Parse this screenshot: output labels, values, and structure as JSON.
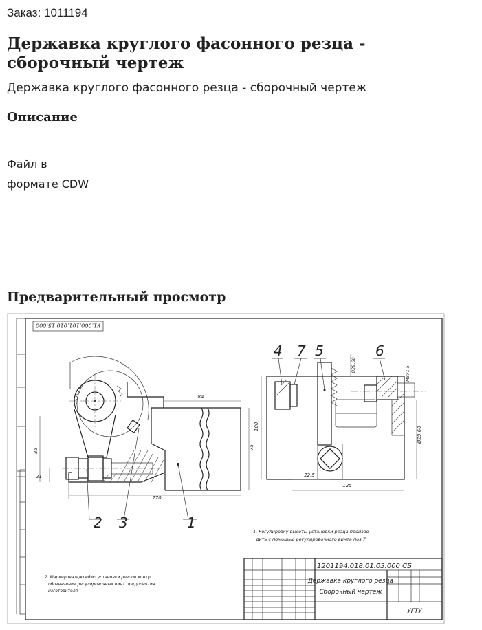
{
  "order": "Заказ: 1011194",
  "title": "Державка круглого фасонного резца - сборочный чертеж",
  "subtitle": "Державка круглого фасонного резца - сборочный чертеж",
  "description": {
    "heading": "Описание",
    "lines": [
      "Файл в",
      "формате CDW"
    ]
  },
  "preview": {
    "heading": "Предварительный просмотр",
    "drawing": {
      "top_stamp": "У1.000.101.010.15.000",
      "doc_code": "1201194.018.01.03.000 СБ",
      "name_line1": "Державка круглого резца",
      "name_line2": "Сборочный чертеж",
      "organization": "УГТУ",
      "callouts": [
        "1",
        "2",
        "3",
        "4",
        "5",
        "6",
        "7"
      ],
      "note_1_line1": "1. Регулировку высоты установки резца произво-",
      "note_1_line2": "дить с помощью регулировочного винта поз.7",
      "note_2_line1": "2. Маркировать/клеймо установки резцов контр.",
      "note_2_line2": "обозначение регулировочных винт предприятия",
      "note_2_line3": "изготовителя",
      "dimensions": [
        "84",
        "75",
        "85",
        "21",
        "270",
        "100",
        "125",
        "22.5",
        "Ø29.60",
        "M8х1.5"
      ]
    }
  }
}
